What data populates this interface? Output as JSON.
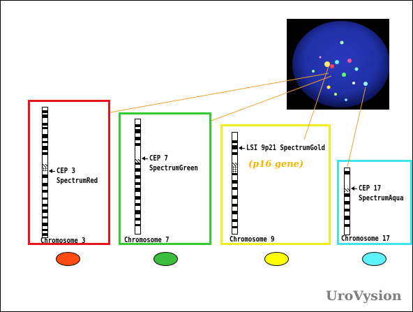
{
  "panels": [
    {
      "label": "Chromosome 3",
      "probe_line1": "CEP 3",
      "probe_line2": "SpectrumRed",
      "border_color": "#e8141b",
      "oval_color": "#ff4a12"
    },
    {
      "label": "Chromosome 7",
      "probe_line1": "CEP 7",
      "probe_line2": "SpectrumGreen",
      "border_color": "#35c935",
      "oval_color": "#3cbe3c"
    },
    {
      "label": "Chromosome 9",
      "probe_line1": "LSI 9p21 SpectrumGold",
      "gene_note": "(p16 gene)",
      "border_color": "#f2ee22",
      "oval_color": "#ffff00"
    },
    {
      "label": "Chromosome 17",
      "probe_line1": "CEP 17",
      "probe_line2": "SpectrumAqua",
      "border_color": "#3fe2ef",
      "oval_color": "#5ff2f8"
    }
  ],
  "connector_color": "#f0a030",
  "micrograph": {
    "description_icon": "fish-nucleus-image",
    "background": "#000000",
    "nucleus_color": "#1f2fa3"
  },
  "brand": "UroVysion"
}
